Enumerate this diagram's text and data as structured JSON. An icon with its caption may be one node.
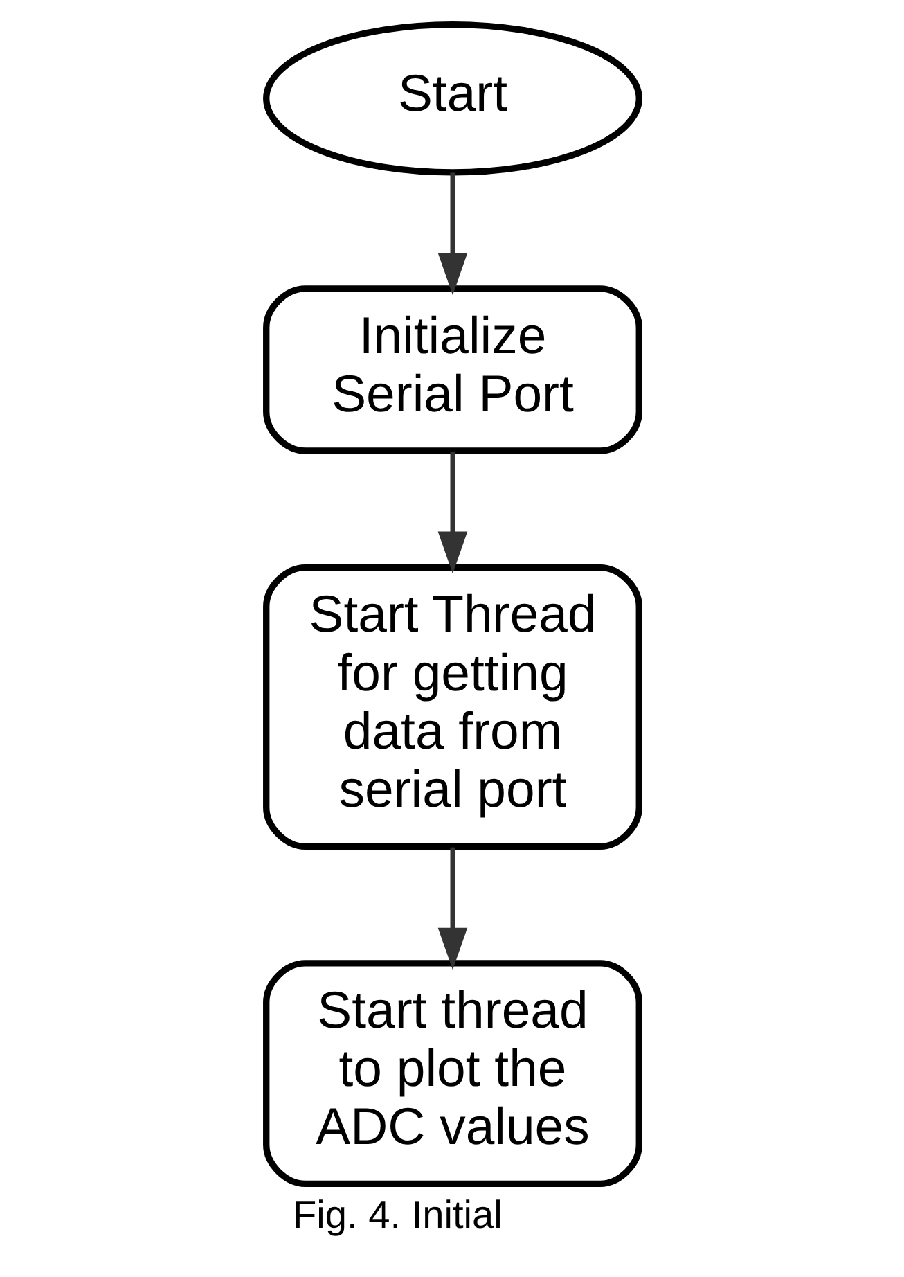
{
  "diagram": {
    "caption": "Fig. 4. Initial",
    "nodes": [
      {
        "text": [
          "Start"
        ]
      },
      {
        "text": [
          "Initialize Serial Port"
        ]
      },
      {
        "text": [
          "Start Thread for getting data from serial port"
        ]
      },
      {
        "text": [
          "Start thread to plot the ADC values"
        ]
      }
    ],
    "edges": [
      {
        "from": 0,
        "to": 1,
        "arrow": "to"
      },
      {
        "from": 1,
        "to": 2,
        "arrow": "to"
      },
      {
        "from": 2,
        "to": 3,
        "arrow": "to"
      }
    ]
  }
}
